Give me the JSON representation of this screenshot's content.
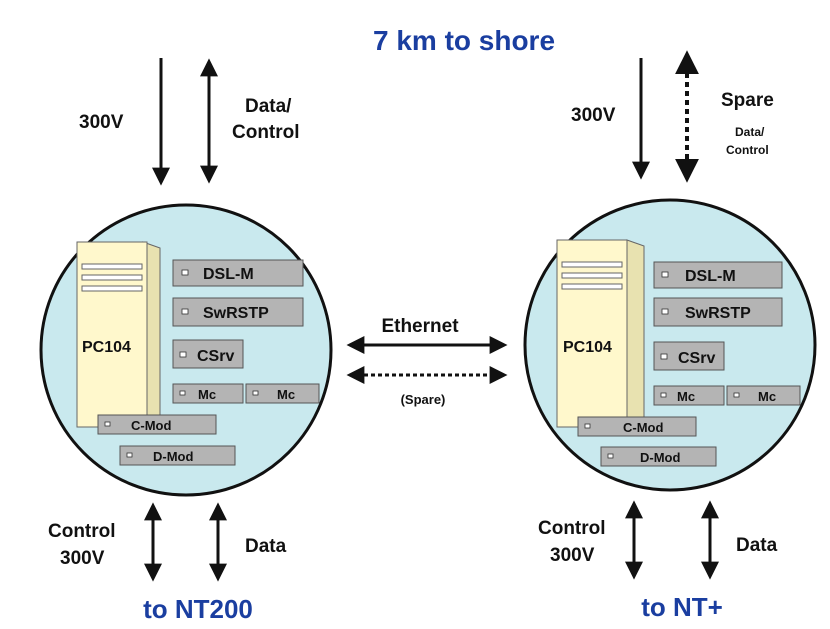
{
  "title": "7 km to shore",
  "colors": {
    "node_fill": "#c9e9ee",
    "module_fill": "#b4b4b4",
    "pc_fill": "#fff8cc",
    "title_blue": "#1a3ea0"
  },
  "nodes": [
    {
      "pc_label": "PC104",
      "top_left_label": "300V",
      "top_right_label": "Data/\nControl",
      "top_right_extra": "",
      "modules": {
        "dsl": "DSL-M",
        "sw": "SwRSTP",
        "csrv": "CSrv",
        "mc1": "Mc",
        "mc2": "Mc",
        "cmod": "C-Mod",
        "dmod": "D-Mod"
      },
      "bottom_left_label": "Control\n300V",
      "bottom_right_label": "Data",
      "destination": "to NT200"
    },
    {
      "pc_label": "PC104",
      "top_left_label": "300V",
      "top_right_label": "Spare",
      "top_right_extra": "Data/\nControl",
      "modules": {
        "dsl": "DSL-M",
        "sw": "SwRSTP",
        "csrv": "CSrv",
        "mc1": "Mc",
        "mc2": "Mc",
        "cmod": "C-Mod",
        "dmod": "D-Mod"
      },
      "bottom_left_label": "Control\n300V",
      "bottom_right_label": "Data",
      "destination": "to NT+"
    }
  ],
  "link": {
    "primary": "Ethernet",
    "spare": "(Spare)"
  }
}
